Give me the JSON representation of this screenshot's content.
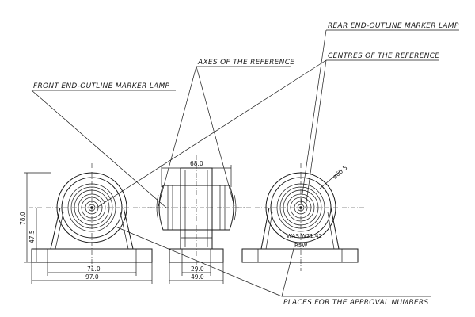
{
  "labels": {
    "rear_lamp": "REAR END-OUTLINE MARKER LAMP",
    "axes": "AXES OF THE REFERENCE",
    "centres": "CENTRES OF THE REFERENCE",
    "front_lamp": "FRONT END-OUTLINE MARKER LAMP",
    "approval": "PLACES FOR THE APPROVAL NUMBERS"
  },
  "dimensions": {
    "height_total": "78.0",
    "height_axis": "47.5",
    "base_inner_width": "71.0",
    "base_outer_width": "97.0",
    "side_width": "68.0",
    "side_base_inner": "29.0",
    "side_base_outer": "49.0",
    "diameter": "ø60.5"
  },
  "markings": {
    "line1": "WAS W21.42",
    "line2": "R5W"
  }
}
